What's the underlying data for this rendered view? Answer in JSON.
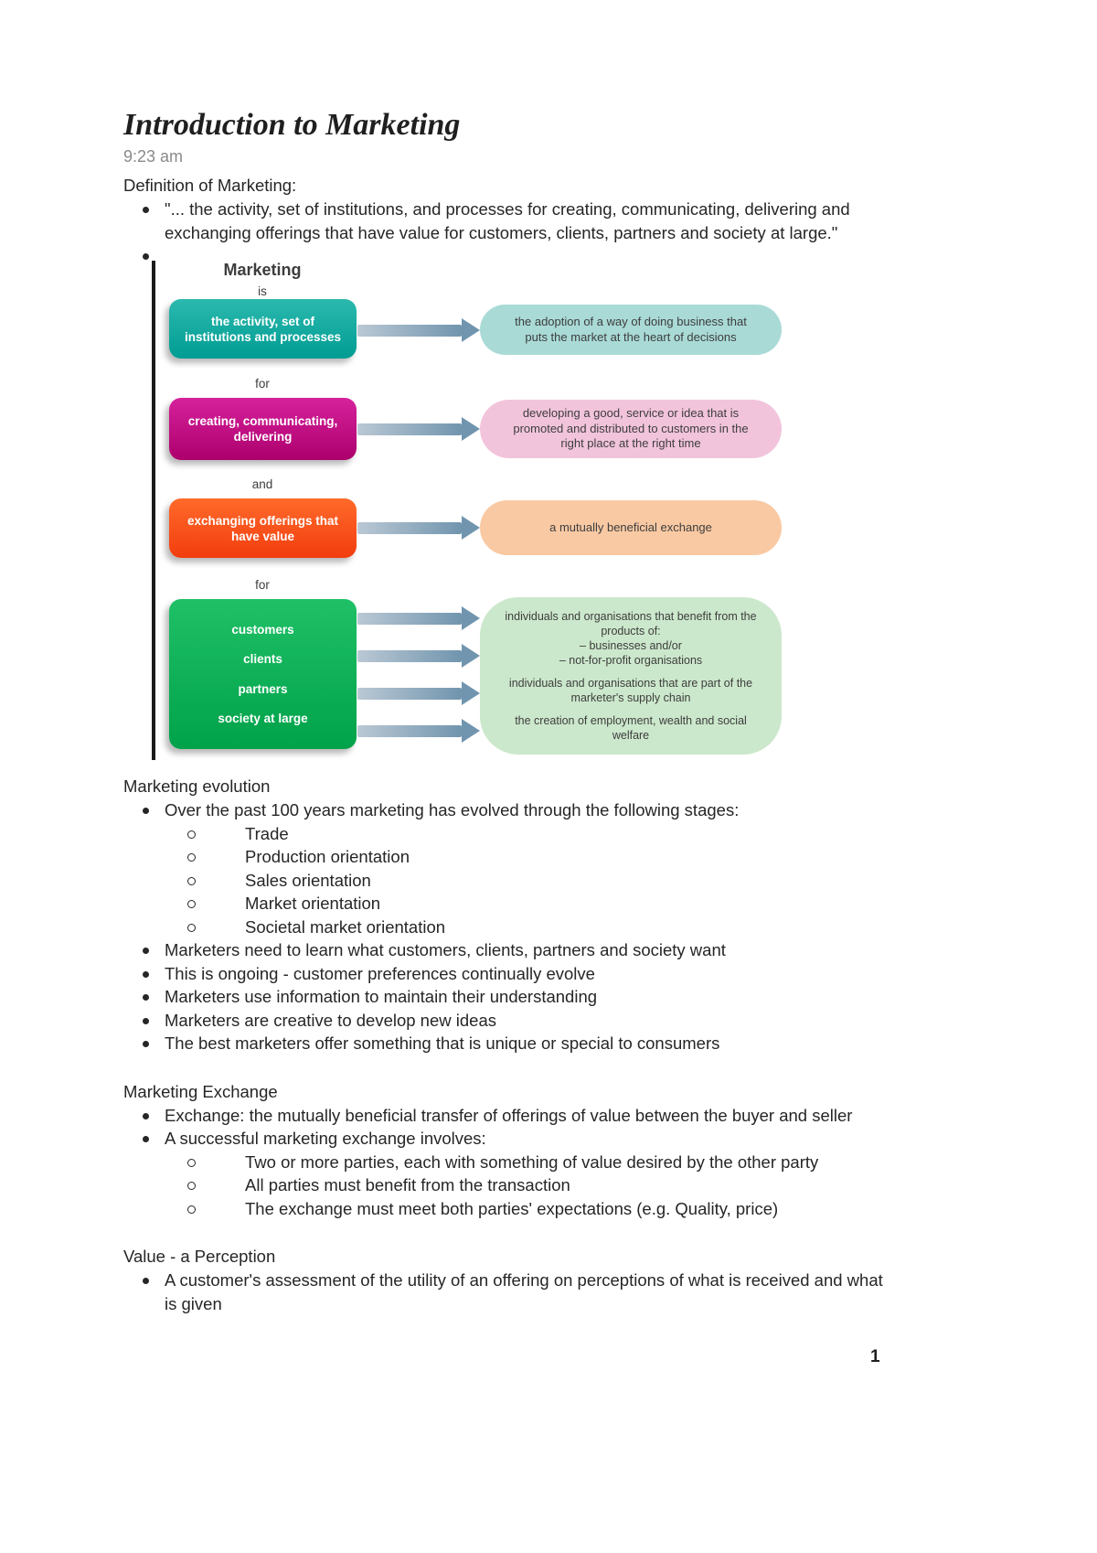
{
  "doc": {
    "title": "Introduction to Marketing",
    "time": "9:23 am",
    "page_number": "1"
  },
  "definition": {
    "heading": "Definition of Marketing:",
    "quote": "\"... the activity, set of institutions, and processes for creating, communicating, delivering and exchanging offerings that have value for customers, clients, partners and society at large.\""
  },
  "diagram": {
    "title": "Marketing",
    "is_label": "is",
    "for_label_1": "for",
    "and_label": "and",
    "for_label_2": "for",
    "boxes": {
      "activity": "the activity, set of institutions and processes",
      "creating": "creating, communicating, delivering",
      "exchanging": "exchanging offerings that have value"
    },
    "pills": {
      "adoption": "the adoption of a way of doing business that puts the market at the heart of decisions",
      "developing": "developing a good, service or idea that is promoted and distributed to customers in the right place at the right time",
      "mutually": "a mutually beneficial exchange"
    },
    "stakeholders": [
      "customers",
      "clients",
      "partners",
      "society at large"
    ],
    "stakeholder_pill": {
      "line1": "individuals and organisations that benefit from the products of:",
      "line2": "– businesses and/or",
      "line3": "– not-for-profit organisations",
      "line4": "individuals and organisations that are part of the marketer's supply chain",
      "line5": "the creation of employment, wealth and social welfare"
    },
    "colors": {
      "activity_box": "#00A79D",
      "adoption_pill": "#A9DAD6",
      "creating_box": "#C0087F",
      "developing_pill": "#F2C4DC",
      "exchanging_box": "#F9491D",
      "mutually_pill": "#F9C9A3",
      "stakeholders_box": "#00B04E",
      "stakeholders_pill": "#CCE8CC",
      "arrow": "#7195AE"
    }
  },
  "evolution": {
    "heading": "Marketing evolution",
    "intro": "Over the past 100 years marketing has evolved through the following stages:",
    "stages": [
      "Trade",
      "Production orientation",
      "Sales orientation",
      "Market orientation",
      "Societal market orientation"
    ],
    "bullets": [
      "Marketers need to learn what customers, clients, partners and society want",
      "This is ongoing - customer preferences continually evolve",
      "Marketers use information to maintain their understanding",
      "Marketers are creative to develop new ideas",
      "The best marketers offer something that is unique or special to consumers"
    ]
  },
  "exchange": {
    "heading": "Marketing Exchange",
    "bullets": [
      "Exchange: the mutually beneficial transfer of offerings of value between the buyer and seller",
      "A successful marketing exchange involves:"
    ],
    "sub_bullets": [
      "Two or more parties, each with something of value desired by the other party",
      "All parties must benefit from the transaction",
      "The exchange must meet both parties' expectations (e.g. Quality, price)"
    ]
  },
  "value": {
    "heading": "Value - a Perception",
    "bullet": "A customer's assessment of the utility of an offering on perceptions of what is received and what is given"
  }
}
